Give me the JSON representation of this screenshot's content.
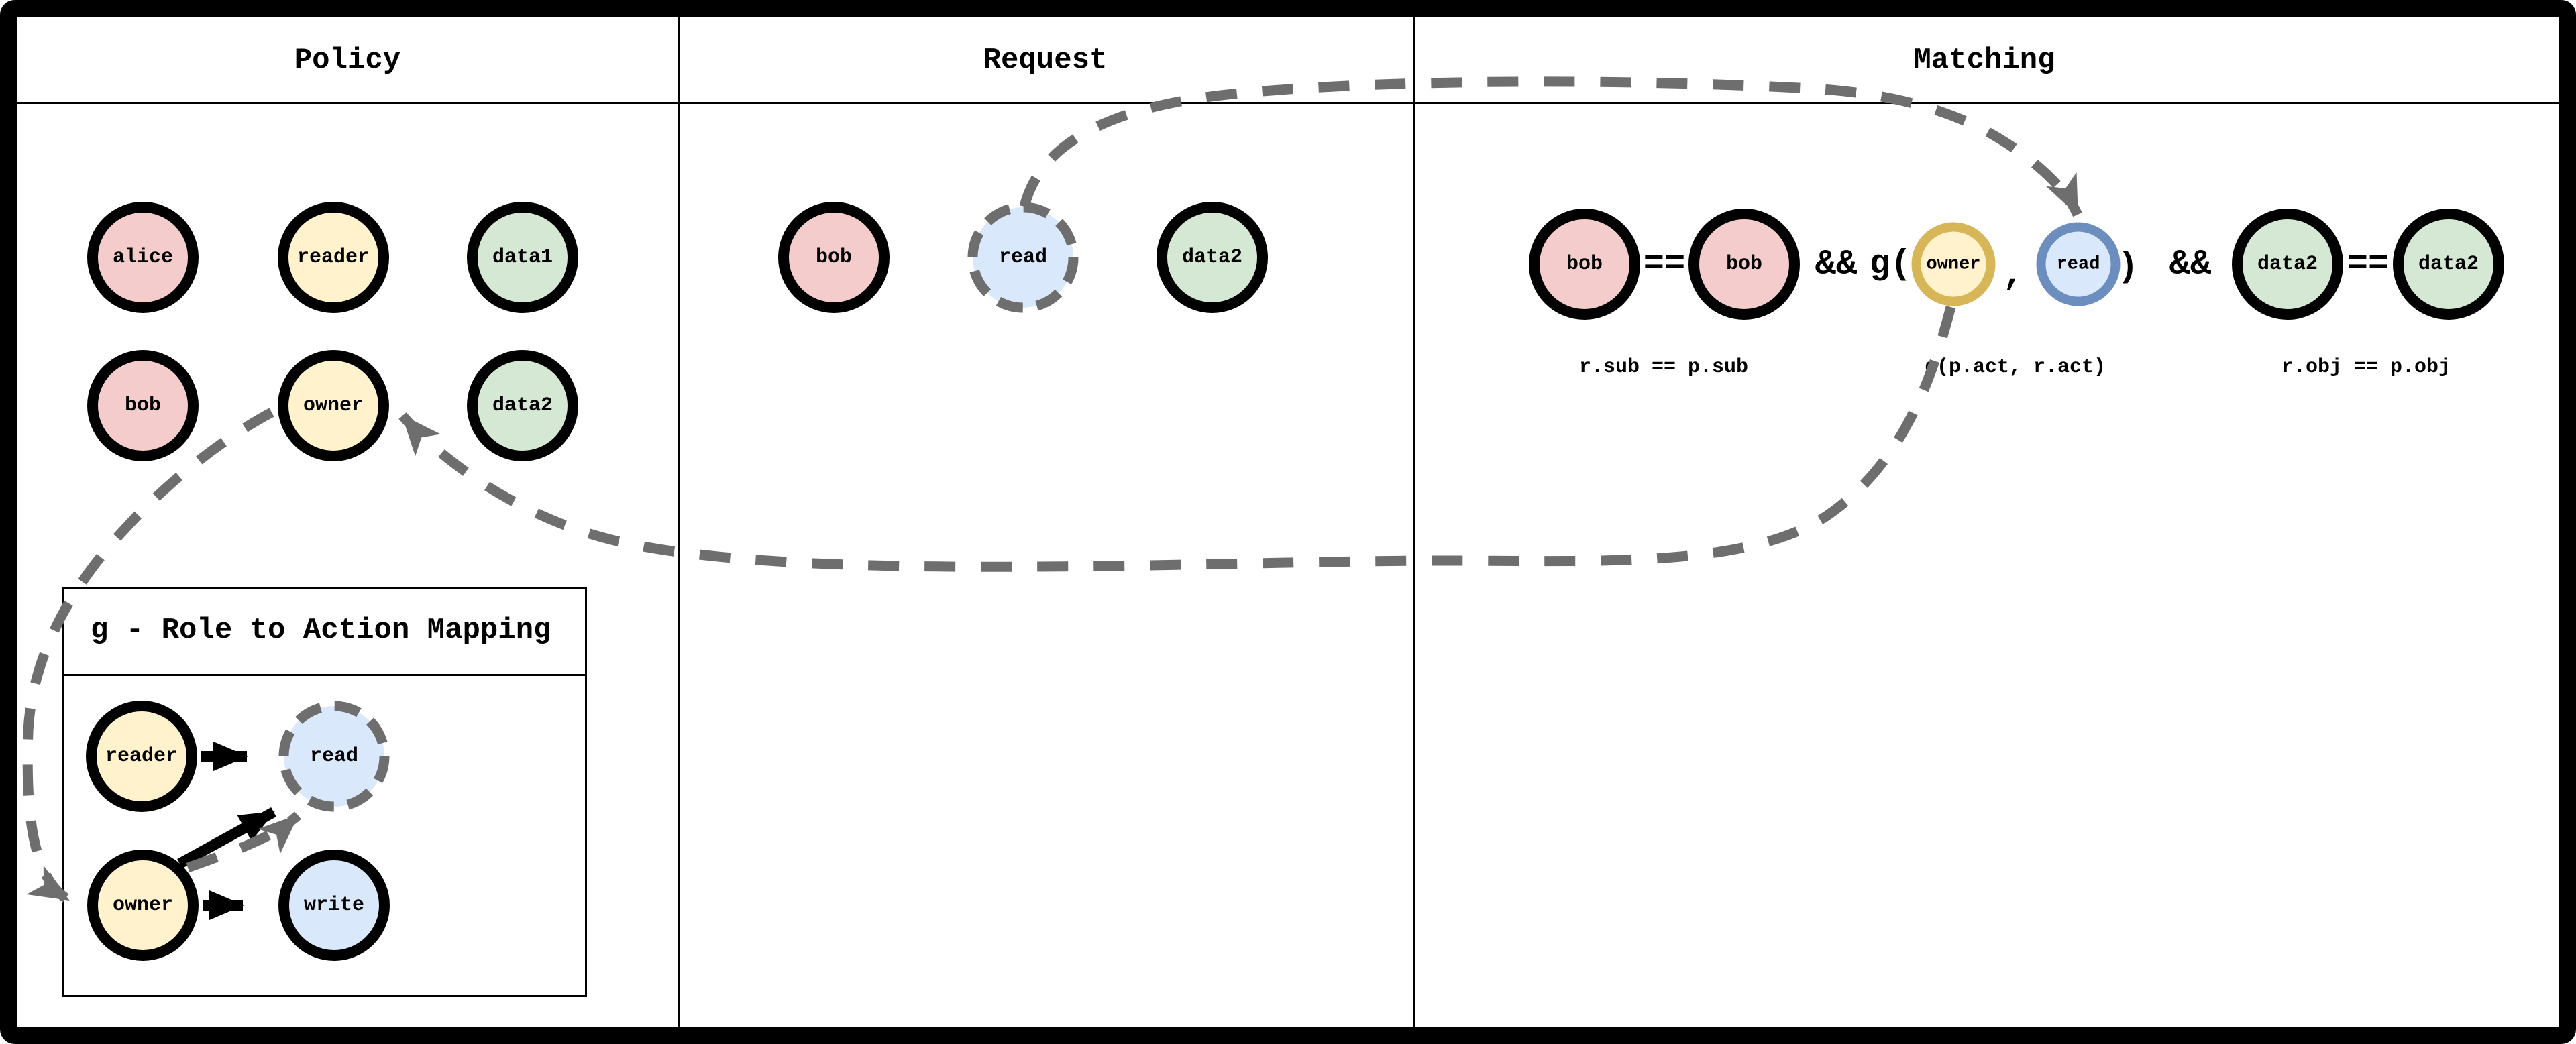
{
  "panels": {
    "policy": {
      "title": "Policy",
      "nodes": {
        "alice": "alice",
        "reader": "reader",
        "data1": "data1",
        "bob": "bob",
        "owner": "owner",
        "data2": "data2"
      }
    },
    "request": {
      "title": "Request",
      "nodes": {
        "bob": "bob",
        "read": "read",
        "data2": "data2"
      }
    },
    "matching": {
      "title": "Matching",
      "expr": {
        "sub_left": "bob",
        "eq1": "==",
        "sub_right": "bob",
        "and1": "&&",
        "g_open": "g(",
        "role_arg": "owner",
        "comma": ",",
        "action_arg": "read",
        "g_close": ")",
        "and2": "&&",
        "obj_left": "data2",
        "eq2": "==",
        "obj_right": "data2"
      },
      "captions": {
        "subject_rule": "r.sub == p.sub",
        "action_rule": "g(p.act, r.act)",
        "object_rule": "r.obj == p.obj"
      }
    },
    "g_mapping": {
      "title": "g - Role to Action Mapping",
      "nodes": {
        "reader": "reader",
        "read": "read",
        "owner": "owner",
        "write": "write"
      }
    }
  },
  "colors": {
    "subject_fill": "#f4cccc",
    "role_fill": "#fff2cc",
    "object_fill": "#d5e8d4",
    "action_fill": "#dae8fc",
    "role_stroke": "#d6b656",
    "action_stroke": "#6c8ebf",
    "node_stroke": "#000000",
    "connector": "#6e6e6e"
  }
}
